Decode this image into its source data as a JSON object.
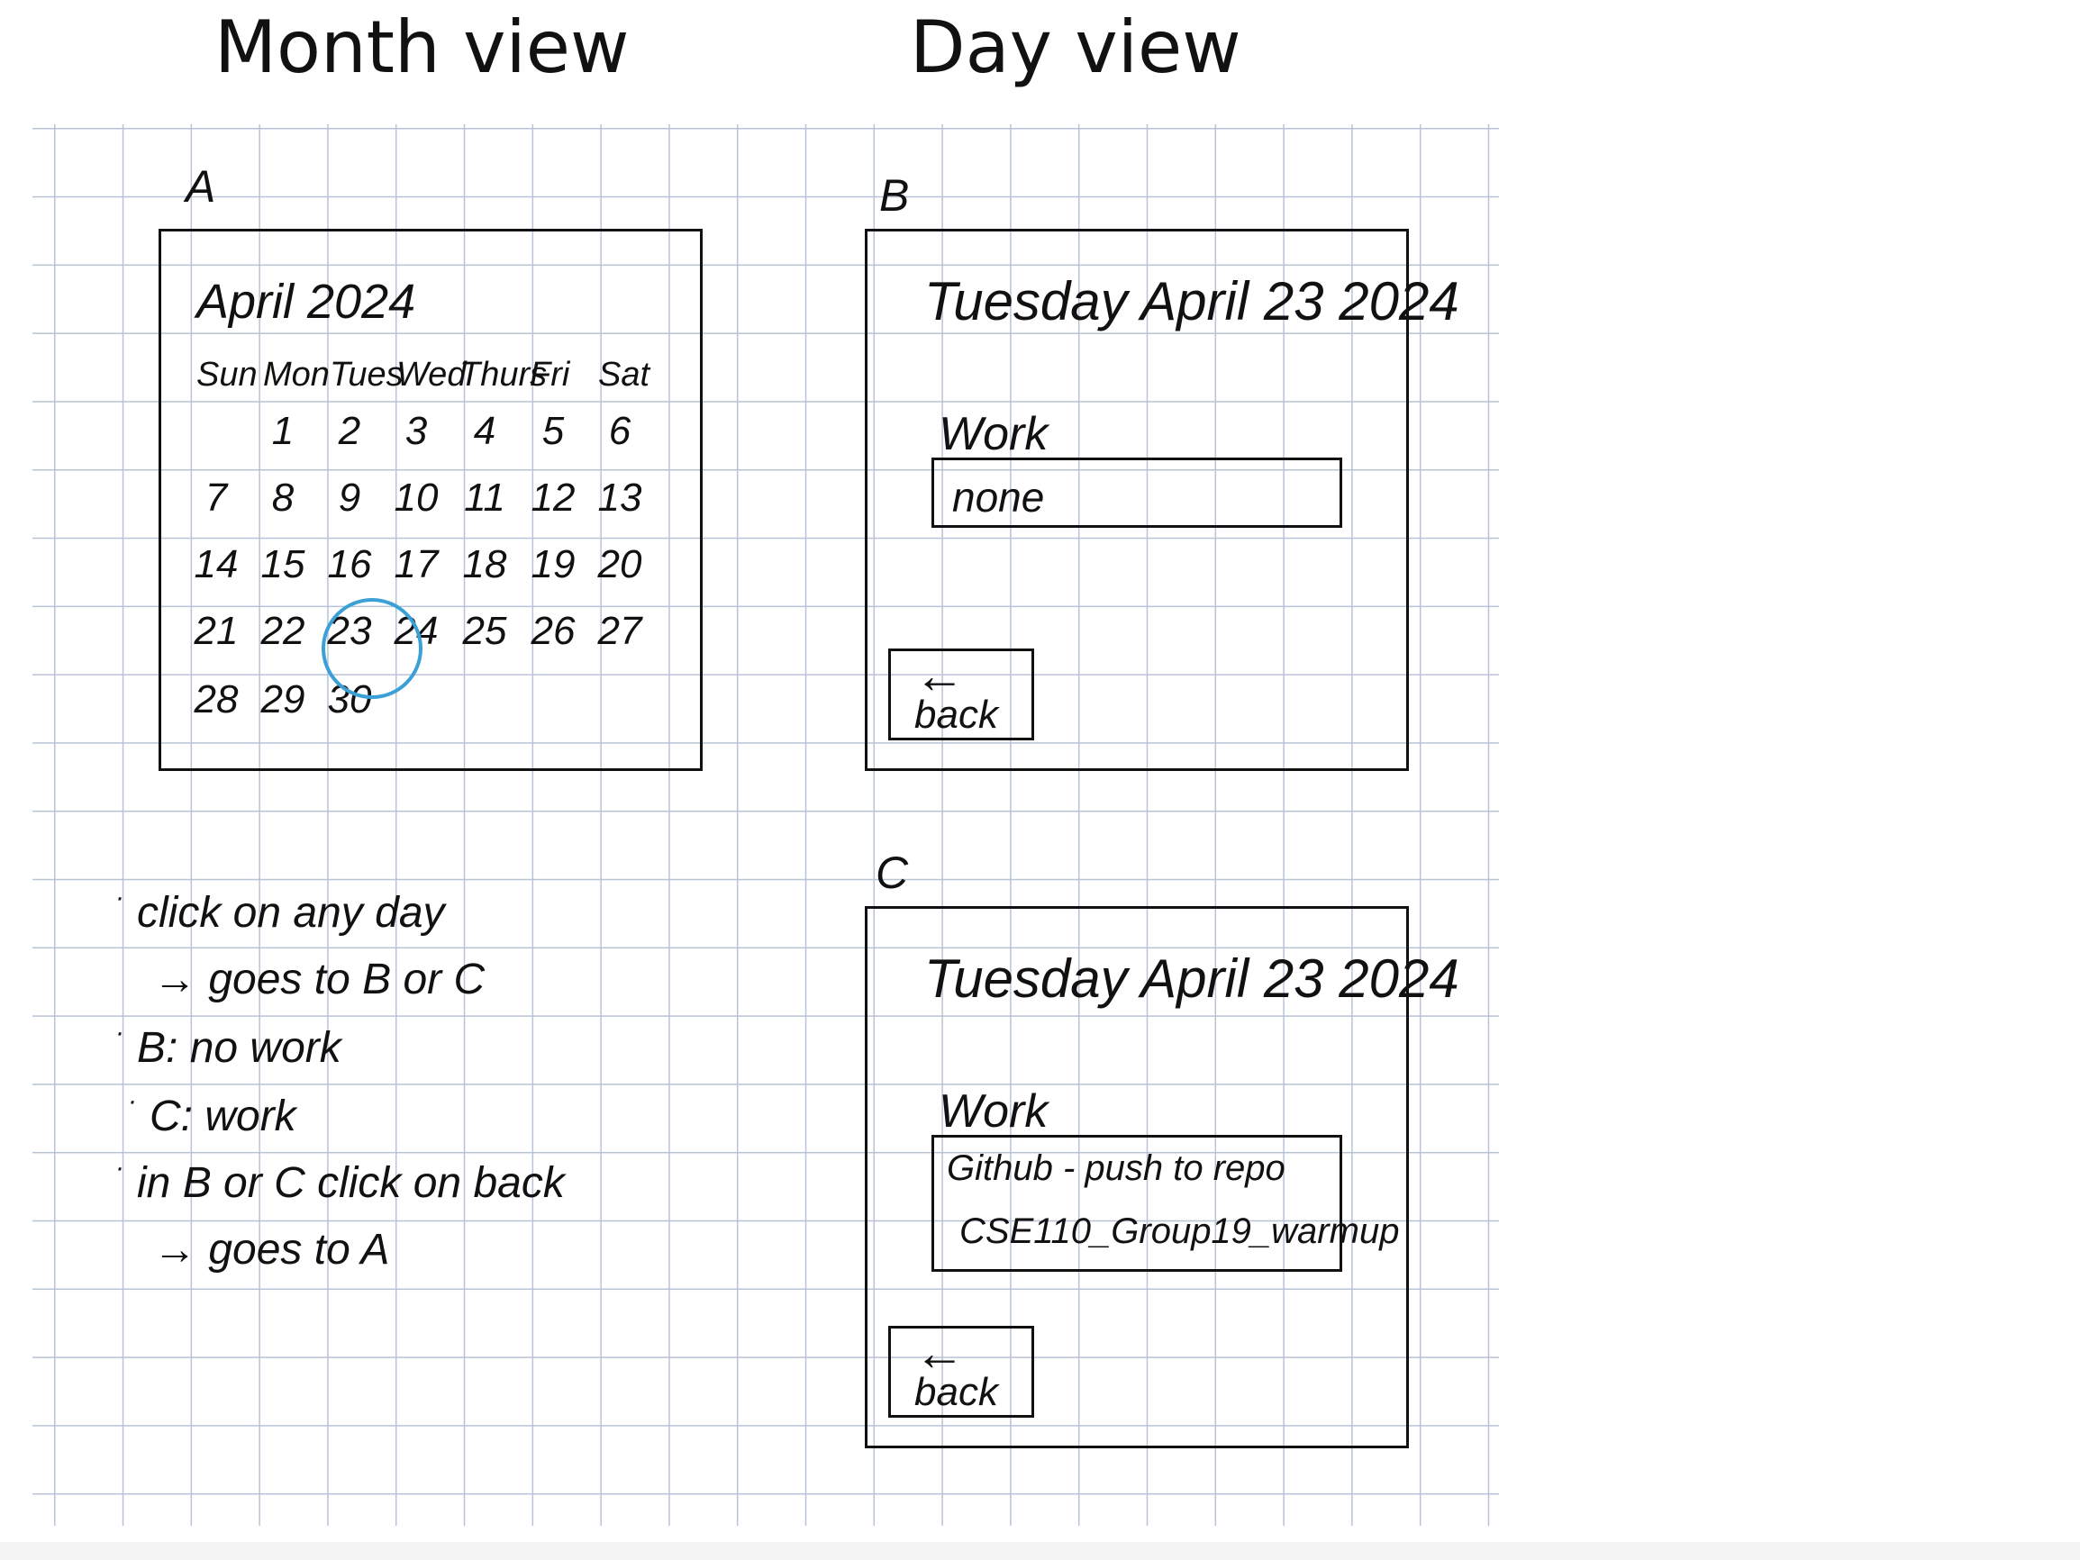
{
  "headings": {
    "month": "Month view",
    "day": "Day view"
  },
  "month_panel": {
    "letter": "A",
    "title": "April 2024",
    "weekdays": [
      "Sun",
      "Mon",
      "Tues",
      "Wed",
      "Thurs",
      "Fri",
      "Sat"
    ],
    "days": [
      "1",
      "2",
      "3",
      "4",
      "5",
      "6",
      "7",
      "8",
      "9",
      "10",
      "11",
      "12",
      "13",
      "14",
      "15",
      "16",
      "17",
      "18",
      "19",
      "20",
      "21",
      "22",
      "23",
      "24",
      "25",
      "26",
      "27",
      "28",
      "29",
      "30"
    ],
    "first_weekday_index": 1,
    "selected_day": "23",
    "highlight_color": "#3aa0d6"
  },
  "panel_b": {
    "letter": "B",
    "date_title": "Tuesday April 23 2024",
    "work_label": "Work",
    "work_items": [
      "none"
    ],
    "back_arrow": "←",
    "back_label": "back"
  },
  "panel_c": {
    "letter": "C",
    "date_title": "Tuesday April 23 2024",
    "work_label": "Work",
    "work_items": [
      "Github - push to repo",
      "CSE110_Group19_warmup"
    ],
    "back_arrow": "←",
    "back_label": "back"
  },
  "notes": [
    "click on any day",
    "→ goes to B or C",
    "B: no work",
    "C: work",
    "in B or C click on back",
    "→ goes to A"
  ]
}
